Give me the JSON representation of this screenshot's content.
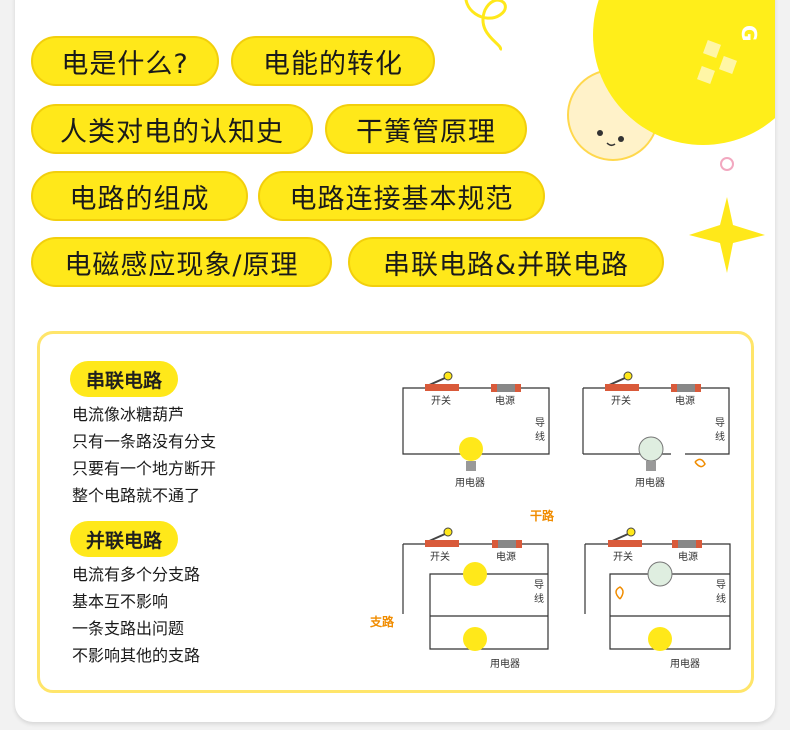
{
  "topics": [
    {
      "label": "电是什么?"
    },
    {
      "label": "电能的转化"
    },
    {
      "label": "人类对电的认知史"
    },
    {
      "label": "干簧管原理"
    },
    {
      "label": "电路的组成"
    },
    {
      "label": "电路连接基本规范"
    },
    {
      "label": "电磁感应现象/原理"
    },
    {
      "label": "串联电路&并联电路"
    }
  ],
  "decor": {
    "bulb_letters": "G"
  },
  "series": {
    "title": "串联电路",
    "lines": [
      "电流像冰糖葫芦",
      "只有一条路没有分支",
      "只要有一个地方断开",
      "整个电路就不通了"
    ]
  },
  "parallel": {
    "title": "并联电路",
    "lines": [
      "电流有多个分支路",
      "基本互不影响",
      "一条支路出问题",
      "不影响其他的支路"
    ]
  },
  "circuit_labels": {
    "switch": "开关",
    "power": "电源",
    "wire_top": "导",
    "wire_bottom": "线",
    "appliance": "用电器",
    "main_road": "干路",
    "branch_road": "支路"
  },
  "colors": {
    "accent": "#ffe81a",
    "border": "#ffe56a",
    "highlight": "#f08c00"
  }
}
